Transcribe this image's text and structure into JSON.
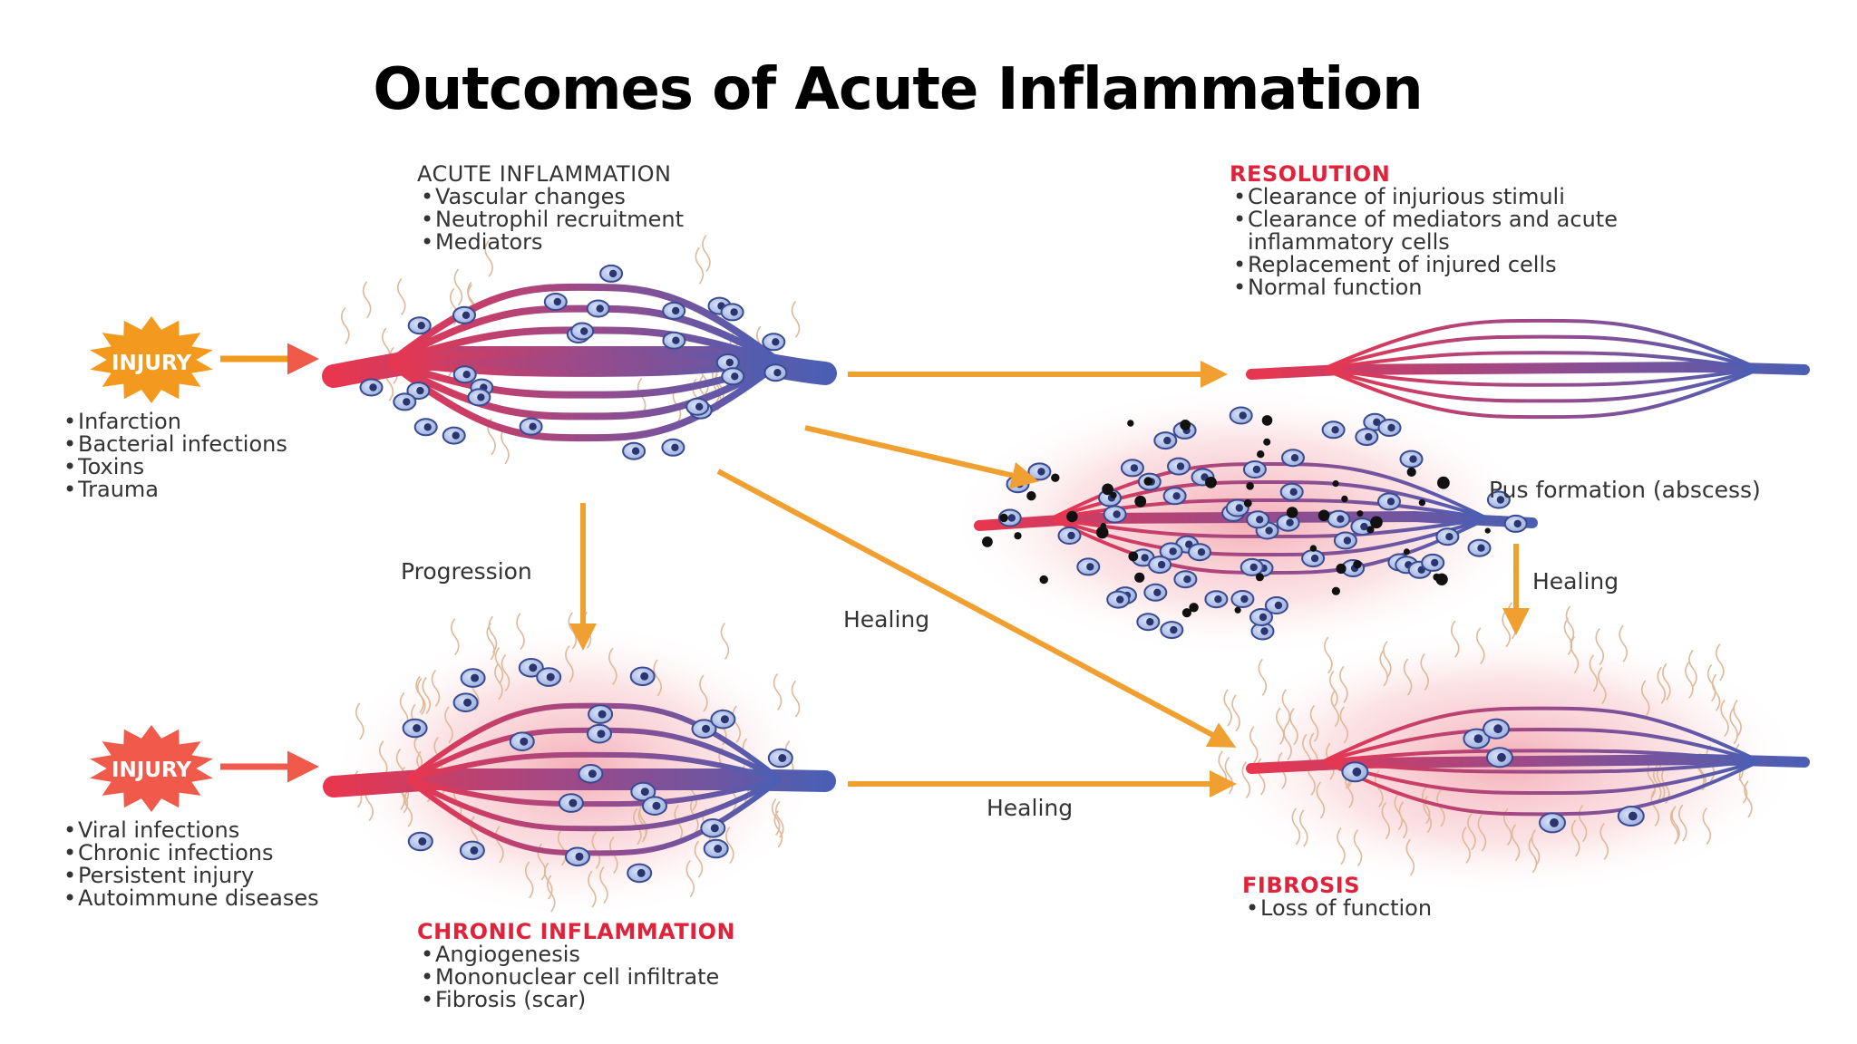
{
  "title": "Outcomes of Acute Inflammation",
  "acute": {
    "heading": "ACUTE INFLAMMATION",
    "items": [
      "Vascular changes",
      "Neutrophil recruitment",
      "Mediators"
    ]
  },
  "resolution": {
    "heading": "RESOLUTION",
    "items": [
      "Clearance of injurious stimuli",
      "Clearance of mediators and acute inflammatory cells",
      "Replacement of injured cells",
      "Normal function"
    ]
  },
  "injury_top": {
    "label": "INJURY",
    "items": [
      "Infarction",
      "Bacterial infections",
      "Toxins",
      "Trauma"
    ]
  },
  "injury_bottom": {
    "label": "INJURY",
    "items": [
      "Viral infections",
      "Chronic infections",
      "Persistent injury",
      "Autoimmune diseases"
    ]
  },
  "chronic": {
    "heading": "CHRONIC INFLAMMATION",
    "items": [
      "Angiogenesis",
      "Mononuclear cell infiltrate",
      "Fibrosis (scar)"
    ]
  },
  "fibrosis": {
    "heading": "FIBROSIS",
    "items": [
      "Loss of function"
    ]
  },
  "labels": {
    "pus": "Pus formation (abscess)",
    "progression": "Progression",
    "healing_diagonal": "Healing",
    "healing_right": "Healing",
    "healing_bottom": "Healing"
  },
  "colors": {
    "arrow": "#f0a030",
    "injury_top": "#f39a1e",
    "injury_bottom": "#f05a4a",
    "artery": "#e8364f",
    "vein": "#4a5fb4",
    "heading_red": "#e0223a"
  }
}
